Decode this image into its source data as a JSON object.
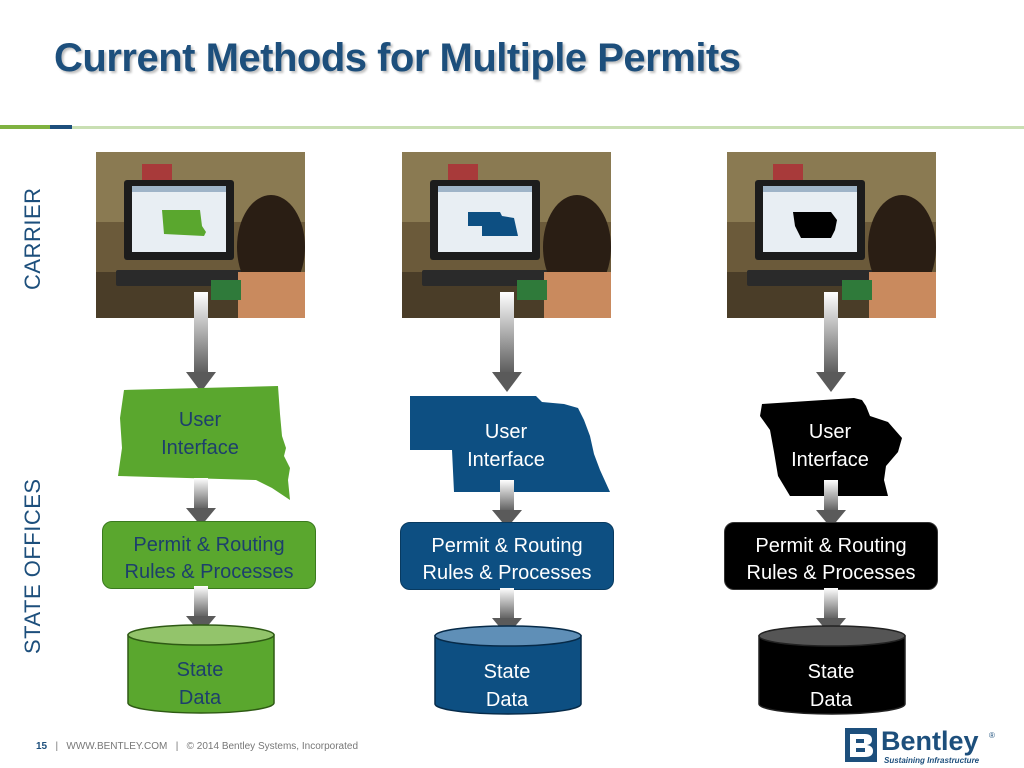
{
  "slide": {
    "title": "Current Methods for Multiple Permits",
    "side_labels": {
      "carrier": "CARRIER",
      "state_offices": "STATE OFFICES"
    }
  },
  "columns": [
    {
      "state_color": "#5aa72e",
      "state_shape": "south-dakota",
      "ui_label_1": "User",
      "ui_label_2": "Interface",
      "rules_label_1": "Permit & Routing",
      "rules_label_2": "Rules & Processes",
      "rules_fill": "#5aa72e",
      "rules_text_color": "#1d3f6c",
      "data_label_1": "State",
      "data_label_2": "Data",
      "data_fill": "#5aa72e",
      "data_top": "#93c46b",
      "data_text_color": "#1d3f6c"
    },
    {
      "state_color": "#0d4f82",
      "state_shape": "nebraska",
      "ui_label_1": "User",
      "ui_label_2": "Interface",
      "rules_label_1": "Permit & Routing",
      "rules_label_2": "Rules & Processes",
      "rules_fill": "#0d4f82",
      "rules_text_color": "#ffffff",
      "data_label_1": "State",
      "data_label_2": "Data",
      "data_fill": "#0d4f82",
      "data_top": "#5f8fb7",
      "data_text_color": "#ffffff"
    },
    {
      "state_color": "#000000",
      "state_shape": "iowa",
      "ui_label_1": "User",
      "ui_label_2": "Interface",
      "rules_label_1": "Permit & Routing",
      "rules_label_2": "Rules & Processes",
      "rules_fill": "#000000",
      "rules_text_color": "#ffffff",
      "data_label_1": "State",
      "data_label_2": "Data",
      "data_fill": "#000000",
      "data_top": "#555555",
      "data_text_color": "#ffffff"
    }
  ],
  "footer": {
    "page_number": "15",
    "website": "WWW.BENTLEY.COM",
    "copyright": "© 2014 Bentley Systems, Incorporated",
    "sep": "|"
  },
  "logo": {
    "word": "Bentley",
    "reg": "®",
    "tagline": "Sustaining Infrastructure"
  }
}
